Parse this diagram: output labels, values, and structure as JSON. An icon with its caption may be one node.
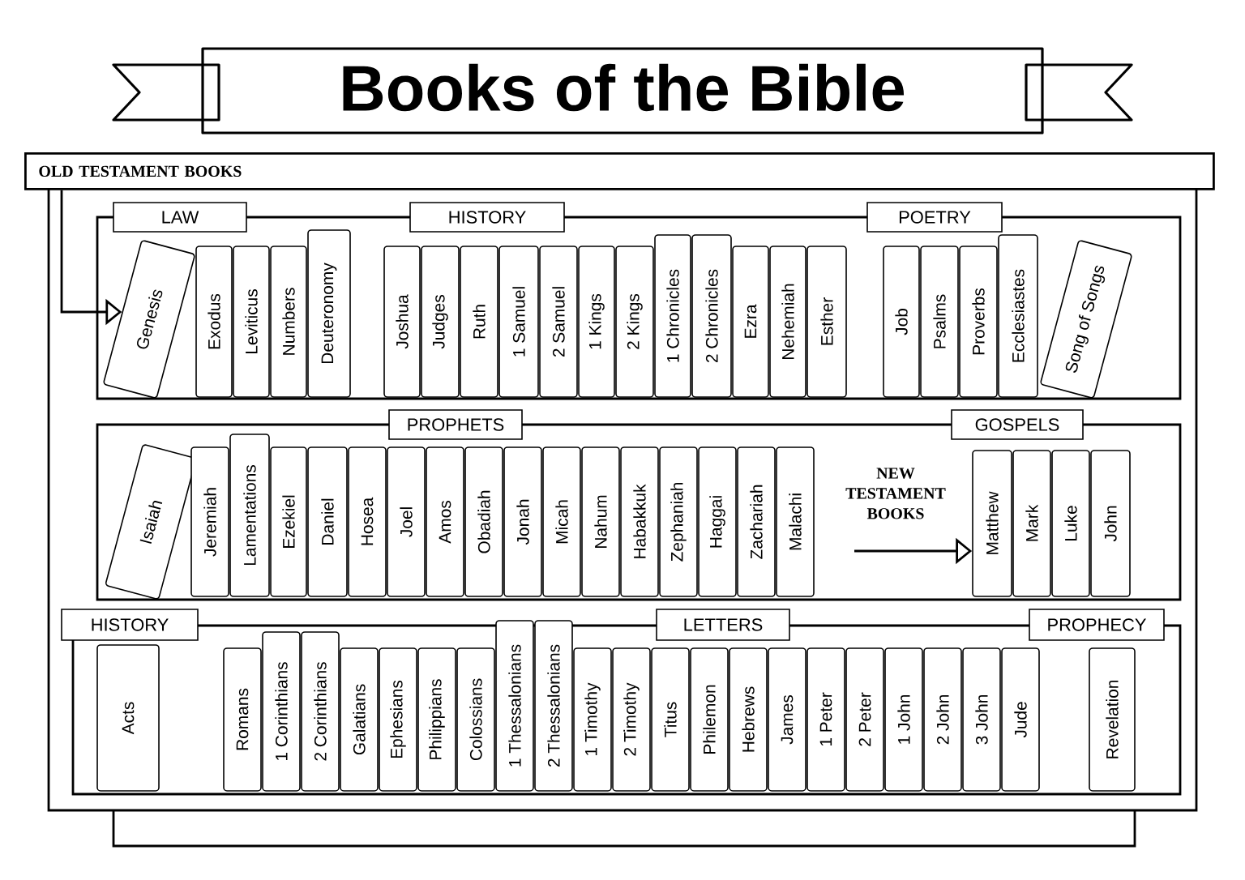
{
  "diagram": {
    "title": "Books of the Bible",
    "nodes": [
      {
        "text": [
          "OLD TESTAMENT BOOKS"
        ]
      },
      {
        "text": [
          "LAW"
        ]
      },
      {
        "text": [
          "HISTORY"
        ]
      },
      {
        "text": [
          "POETRY"
        ]
      },
      {
        "text": [
          "Genesis"
        ]
      },
      {
        "text": [
          "Exodus"
        ]
      },
      {
        "text": [
          "Leviticus"
        ]
      },
      {
        "text": [
          "Numbers"
        ]
      },
      {
        "text": [
          "Deuteronomy"
        ]
      },
      {
        "text": [
          "Joshua"
        ]
      },
      {
        "text": [
          "Judges"
        ]
      },
      {
        "text": [
          "Ruth"
        ]
      },
      {
        "text": [
          "1 Samuel"
        ]
      },
      {
        "text": [
          "2 Samuel"
        ]
      },
      {
        "text": [
          "1 Kings"
        ]
      },
      {
        "text": [
          "2 Kings"
        ]
      },
      {
        "text": [
          "1 Chronicles"
        ]
      },
      {
        "text": [
          "2 Chronicles"
        ]
      },
      {
        "text": [
          "Ezra"
        ]
      },
      {
        "text": [
          "Nehemiah"
        ]
      },
      {
        "text": [
          "Esther"
        ]
      },
      {
        "text": [
          "Job"
        ]
      },
      {
        "text": [
          "Psalms"
        ]
      },
      {
        "text": [
          "Proverbs"
        ]
      },
      {
        "text": [
          "Ecclesiastes"
        ]
      },
      {
        "text": [
          "Song of Songs"
        ]
      },
      {
        "text": [
          "PROPHETS"
        ]
      },
      {
        "text": [
          "GOSPELS"
        ]
      },
      {
        "text": [
          "Isaiah"
        ]
      },
      {
        "text": [
          "Jeremiah"
        ]
      },
      {
        "text": [
          "Lamentations"
        ]
      },
      {
        "text": [
          "Ezekiel"
        ]
      },
      {
        "text": [
          "Daniel"
        ]
      },
      {
        "text": [
          "Hosea"
        ]
      },
      {
        "text": [
          "Joel"
        ]
      },
      {
        "text": [
          "Amos"
        ]
      },
      {
        "text": [
          "Obadiah"
        ]
      },
      {
        "text": [
          "Jonah"
        ]
      },
      {
        "text": [
          "Micah"
        ]
      },
      {
        "text": [
          "Nahum"
        ]
      },
      {
        "text": [
          "Habakkuk"
        ]
      },
      {
        "text": [
          "Zephaniah"
        ]
      },
      {
        "text": [
          "Haggai"
        ]
      },
      {
        "text": [
          "Zachariah"
        ]
      },
      {
        "text": [
          "Malachi"
        ]
      },
      {
        "text": [
          "NEW TESTAMENT BOOKS"
        ]
      },
      {
        "text": [
          "Matthew"
        ]
      },
      {
        "text": [
          "Mark"
        ]
      },
      {
        "text": [
          "Luke"
        ]
      },
      {
        "text": [
          "John"
        ]
      },
      {
        "text": [
          "HISTORY"
        ]
      },
      {
        "text": [
          "LETTERS"
        ]
      },
      {
        "text": [
          "PROPHECY"
        ]
      },
      {
        "text": [
          "Acts"
        ]
      },
      {
        "text": [
          "Romans"
        ]
      },
      {
        "text": [
          "1 Corinthians"
        ]
      },
      {
        "text": [
          "2 Corinthians"
        ]
      },
      {
        "text": [
          "Galatians"
        ]
      },
      {
        "text": [
          "Ephesians"
        ]
      },
      {
        "text": [
          "Philippians"
        ]
      },
      {
        "text": [
          "Colossians"
        ]
      },
      {
        "text": [
          "1 Thessalonians"
        ]
      },
      {
        "text": [
          "2 Thessalonians"
        ]
      },
      {
        "text": [
          "1 Timothy"
        ]
      },
      {
        "text": [
          "2 Timothy"
        ]
      },
      {
        "text": [
          "Titus"
        ]
      },
      {
        "text": [
          "Philemon"
        ]
      },
      {
        "text": [
          "Hebrews"
        ]
      },
      {
        "text": [
          "James"
        ]
      },
      {
        "text": [
          "1 Peter"
        ]
      },
      {
        "text": [
          "2 Peter"
        ]
      },
      {
        "text": [
          "1 John"
        ]
      },
      {
        "text": [
          "2 John"
        ]
      },
      {
        "text": [
          "3 John"
        ]
      },
      {
        "text": [
          "Jude"
        ]
      },
      {
        "text": [
          "Revelation"
        ]
      }
    ],
    "edges": [
      {
        "from": 0,
        "to": 4,
        "arrow": "to"
      },
      {
        "from": 45,
        "to": 46,
        "arrow": "to"
      }
    ]
  }
}
